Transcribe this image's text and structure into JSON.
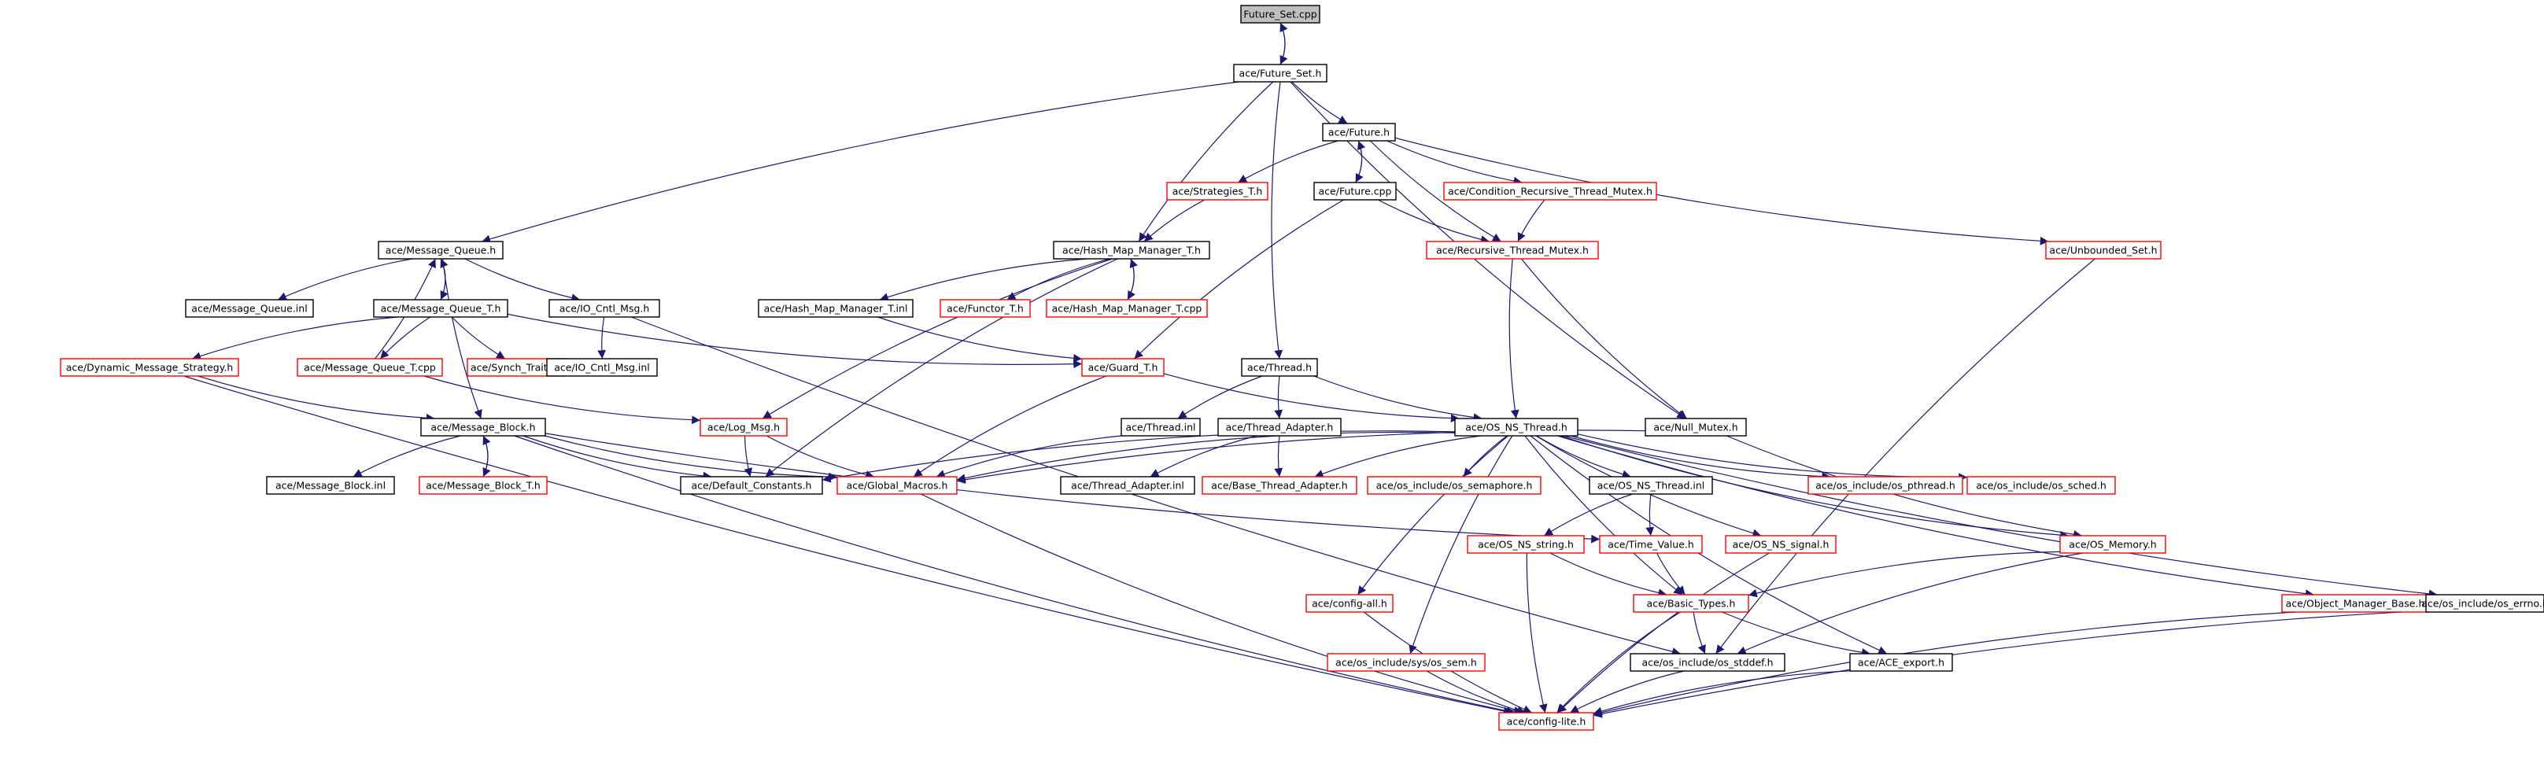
{
  "colors": {
    "edge": "#191970",
    "root_fill": "#bfbfbf",
    "root_border": "#000000",
    "documented_border": "#000000",
    "undocumented_border": "#ff0000",
    "node_fill": "#ffffff"
  },
  "nodes": {
    "future_set_cpp": {
      "label": "Future_Set.cpp",
      "style": "root"
    },
    "future_set_h": {
      "label": "ace/Future_Set.h",
      "style": "documented"
    },
    "future_h": {
      "label": "ace/Future.h",
      "style": "documented"
    },
    "strategies_t_h": {
      "label": "ace/Strategies_T.h",
      "style": "undocumented"
    },
    "future_cpp": {
      "label": "ace/Future.cpp",
      "style": "documented"
    },
    "cond_rec_mutex_h": {
      "label": "ace/Condition_Recursive_Thread_Mutex.h",
      "style": "undocumented"
    },
    "unbounded_set_h": {
      "label": "ace/Unbounded_Set.h",
      "style": "undocumented"
    },
    "message_queue_h": {
      "label": "ace/Message_Queue.h",
      "style": "documented"
    },
    "hash_map_manager_t_h": {
      "label": "ace/Hash_Map_Manager_T.h",
      "style": "documented"
    },
    "recursive_thread_mutex_h": {
      "label": "ace/Recursive_Thread_Mutex.h",
      "style": "undocumented"
    },
    "message_queue_inl": {
      "label": "ace/Message_Queue.inl",
      "style": "documented"
    },
    "message_queue_t_h": {
      "label": "ace/Message_Queue_T.h",
      "style": "documented"
    },
    "io_cntl_msg_h": {
      "label": "ace/IO_Cntl_Msg.h",
      "style": "documented"
    },
    "hash_map_manager_t_inl": {
      "label": "ace/Hash_Map_Manager_T.inl",
      "style": "documented"
    },
    "functor_t_h": {
      "label": "ace/Functor_T.h",
      "style": "undocumented"
    },
    "hash_map_manager_t_cpp": {
      "label": "ace/Hash_Map_Manager_T.cpp",
      "style": "undocumented"
    },
    "dynamic_message_strategy_h": {
      "label": "ace/Dynamic_Message_Strategy.h",
      "style": "undocumented"
    },
    "message_queue_t_cpp": {
      "label": "ace/Message_Queue_T.cpp",
      "style": "undocumented"
    },
    "synch_traits_h": {
      "label": "ace/Synch_Traits.h",
      "style": "undocumented"
    },
    "io_cntl_msg_inl": {
      "label": "ace/IO_Cntl_Msg.inl",
      "style": "documented"
    },
    "guard_t_h": {
      "label": "ace/Guard_T.h",
      "style": "undocumented"
    },
    "thread_h": {
      "label": "ace/Thread.h",
      "style": "documented"
    },
    "message_block_h": {
      "label": "ace/Message_Block.h",
      "style": "documented"
    },
    "log_msg_h": {
      "label": "ace/Log_Msg.h",
      "style": "undocumented"
    },
    "thread_inl": {
      "label": "ace/Thread.inl",
      "style": "documented"
    },
    "thread_adapter_h": {
      "label": "ace/Thread_Adapter.h",
      "style": "documented"
    },
    "os_ns_thread_h": {
      "label": "ace/OS_NS_Thread.h",
      "style": "documented"
    },
    "null_mutex_h": {
      "label": "ace/Null_Mutex.h",
      "style": "documented"
    },
    "message_block_inl": {
      "label": "ace/Message_Block.inl",
      "style": "documented"
    },
    "message_block_t_h": {
      "label": "ace/Message_Block_T.h",
      "style": "undocumented"
    },
    "default_constants_h": {
      "label": "ace/Default_Constants.h",
      "style": "documented"
    },
    "global_macros_h": {
      "label": "ace/Global_Macros.h",
      "style": "undocumented"
    },
    "thread_adapter_inl": {
      "label": "ace/Thread_Adapter.inl",
      "style": "documented"
    },
    "base_thread_adapter_h": {
      "label": "ace/Base_Thread_Adapter.h",
      "style": "undocumented"
    },
    "os_semaphore_h": {
      "label": "ace/os_include/os_semaphore.h",
      "style": "undocumented"
    },
    "os_ns_thread_inl": {
      "label": "ace/OS_NS_Thread.inl",
      "style": "documented"
    },
    "os_pthread_h": {
      "label": "ace/os_include/os_pthread.h",
      "style": "undocumented"
    },
    "os_sched_h": {
      "label": "ace/os_include/os_sched.h",
      "style": "undocumented"
    },
    "os_ns_string_h": {
      "label": "ace/OS_NS_string.h",
      "style": "undocumented"
    },
    "time_value_h": {
      "label": "ace/Time_Value.h",
      "style": "undocumented"
    },
    "os_ns_signal_h": {
      "label": "ace/OS_NS_signal.h",
      "style": "undocumented"
    },
    "os_memory_h": {
      "label": "ace/OS_Memory.h",
      "style": "undocumented"
    },
    "config_all_h": {
      "label": "ace/config-all.h",
      "style": "undocumented"
    },
    "basic_types_h": {
      "label": "ace/Basic_Types.h",
      "style": "undocumented"
    },
    "object_manager_base_h": {
      "label": "ace/Object_Manager_Base.h",
      "style": "undocumented"
    },
    "os_errno_h": {
      "label": "ace/os_include/os_errno.h",
      "style": "documented"
    },
    "sys_os_sem_h": {
      "label": "ace/os_include/sys/os_sem.h",
      "style": "undocumented"
    },
    "os_stddef_h": {
      "label": "ace/os_include/os_stddef.h",
      "style": "documented"
    },
    "ace_export_h": {
      "label": "ace/ACE_export.h",
      "style": "documented"
    },
    "config_lite_h": {
      "label": "ace/config-lite.h",
      "style": "undocumented"
    }
  },
  "edges": [
    [
      "future_set_cpp",
      "future_set_h"
    ],
    [
      "future_set_h",
      "future_set_cpp"
    ],
    [
      "future_set_h",
      "future_h"
    ],
    [
      "future_set_h",
      "message_queue_h"
    ],
    [
      "future_set_h",
      "hash_map_manager_t_h"
    ],
    [
      "future_set_h",
      "thread_h"
    ],
    [
      "future_set_h",
      "null_mutex_h"
    ],
    [
      "future_h",
      "strategies_t_h"
    ],
    [
      "future_h",
      "future_cpp"
    ],
    [
      "future_cpp",
      "future_h"
    ],
    [
      "future_h",
      "cond_rec_mutex_h"
    ],
    [
      "future_h",
      "recursive_thread_mutex_h"
    ],
    [
      "future_h",
      "unbounded_set_h"
    ],
    [
      "future_cpp",
      "recursive_thread_mutex_h"
    ],
    [
      "future_cpp",
      "guard_t_h"
    ],
    [
      "strategies_t_h",
      "hash_map_manager_t_h"
    ],
    [
      "cond_rec_mutex_h",
      "recursive_thread_mutex_h"
    ],
    [
      "unbounded_set_h",
      "os_stddef_h"
    ],
    [
      "message_queue_h",
      "message_queue_inl"
    ],
    [
      "message_queue_h",
      "message_queue_t_h"
    ],
    [
      "message_queue_t_h",
      "message_queue_h"
    ],
    [
      "message_queue_h",
      "io_cntl_msg_h"
    ],
    [
      "message_queue_h",
      "message_block_h"
    ],
    [
      "message_queue_t_h",
      "dynamic_message_strategy_h"
    ],
    [
      "message_queue_t_h",
      "message_queue_t_cpp"
    ],
    [
      "message_queue_t_cpp",
      "message_queue_h"
    ],
    [
      "message_queue_t_h",
      "synch_traits_h"
    ],
    [
      "message_queue_t_h",
      "guard_t_h"
    ],
    [
      "io_cntl_msg_h",
      "io_cntl_msg_inl"
    ],
    [
      "io_cntl_msg_h",
      "os_stddef_h"
    ],
    [
      "message_queue_t_cpp",
      "log_msg_h"
    ],
    [
      "dynamic_message_strategy_h",
      "message_block_h"
    ],
    [
      "dynamic_message_strategy_h",
      "config_lite_h"
    ],
    [
      "hash_map_manager_t_h",
      "hash_map_manager_t_inl"
    ],
    [
      "hash_map_manager_t_h",
      "functor_t_h"
    ],
    [
      "hash_map_manager_t_h",
      "hash_map_manager_t_cpp"
    ],
    [
      "hash_map_manager_t_cpp",
      "hash_map_manager_t_h"
    ],
    [
      "hash_map_manager_t_h",
      "log_msg_h"
    ],
    [
      "hash_map_manager_t_h",
      "default_constants_h"
    ],
    [
      "hash_map_manager_t_inl",
      "guard_t_h"
    ],
    [
      "recursive_thread_mutex_h",
      "os_ns_thread_h"
    ],
    [
      "recursive_thread_mutex_h",
      "null_mutex_h"
    ],
    [
      "guard_t_h",
      "os_ns_thread_h"
    ],
    [
      "guard_t_h",
      "global_macros_h"
    ],
    [
      "thread_h",
      "thread_inl"
    ],
    [
      "thread_h",
      "thread_adapter_h"
    ],
    [
      "thread_h",
      "os_ns_thread_h"
    ],
    [
      "thread_inl",
      "global_macros_h"
    ],
    [
      "thread_adapter_h",
      "thread_adapter_inl"
    ],
    [
      "thread_adapter_h",
      "base_thread_adapter_h"
    ],
    [
      "log_msg_h",
      "default_constants_h"
    ],
    [
      "log_msg_h",
      "global_macros_h"
    ],
    [
      "message_block_h",
      "message_block_inl"
    ],
    [
      "message_block_h",
      "message_block_t_h"
    ],
    [
      "message_block_t_h",
      "message_block_h"
    ],
    [
      "message_block_h",
      "default_constants_h"
    ],
    [
      "message_block_h",
      "global_macros_h"
    ],
    [
      "message_block_h",
      "time_value_h"
    ],
    [
      "message_block_h",
      "config_lite_h"
    ],
    [
      "os_ns_thread_h",
      "global_macros_h"
    ],
    [
      "os_ns_thread_h",
      "default_constants_h"
    ],
    [
      "os_ns_thread_h",
      "base_thread_adapter_h"
    ],
    [
      "os_ns_thread_h",
      "os_semaphore_h"
    ],
    [
      "os_ns_thread_h",
      "os_ns_thread_inl"
    ],
    [
      "os_ns_thread_h",
      "os_pthread_h"
    ],
    [
      "os_ns_thread_h",
      "os_sched_h"
    ],
    [
      "os_ns_thread_h",
      "os_memory_h"
    ],
    [
      "os_ns_thread_h",
      "os_ns_signal_h"
    ],
    [
      "os_ns_thread_h",
      "config_all_h"
    ],
    [
      "os_ns_thread_h",
      "sys_os_sem_h"
    ],
    [
      "os_ns_thread_h",
      "object_manager_base_h"
    ],
    [
      "os_ns_thread_h",
      "os_errno_h"
    ],
    [
      "os_ns_thread_h",
      "basic_types_h"
    ],
    [
      "os_ns_thread_h",
      "ace_export_h"
    ],
    [
      "null_mutex_h",
      "global_macros_h"
    ],
    [
      "null_mutex_h",
      "os_memory_h"
    ],
    [
      "os_ns_thread_inl",
      "os_ns_string_h"
    ],
    [
      "os_ns_thread_inl",
      "time_value_h"
    ],
    [
      "global_macros_h",
      "config_lite_h"
    ],
    [
      "os_ns_string_h",
      "basic_types_h"
    ],
    [
      "os_ns_string_h",
      "config_lite_h"
    ],
    [
      "time_value_h",
      "basic_types_h"
    ],
    [
      "os_ns_signal_h",
      "config_lite_h"
    ],
    [
      "os_memory_h",
      "basic_types_h"
    ],
    [
      "os_memory_h",
      "os_stddef_h"
    ],
    [
      "config_all_h",
      "config_lite_h"
    ],
    [
      "basic_types_h",
      "os_stddef_h"
    ],
    [
      "basic_types_h",
      "ace_export_h"
    ],
    [
      "basic_types_h",
      "config_lite_h"
    ],
    [
      "object_manager_base_h",
      "config_lite_h"
    ],
    [
      "os_errno_h",
      "config_lite_h"
    ],
    [
      "sys_os_sem_h",
      "config_lite_h"
    ],
    [
      "os_stddef_h",
      "config_lite_h"
    ],
    [
      "ace_export_h",
      "config_lite_h"
    ]
  ]
}
